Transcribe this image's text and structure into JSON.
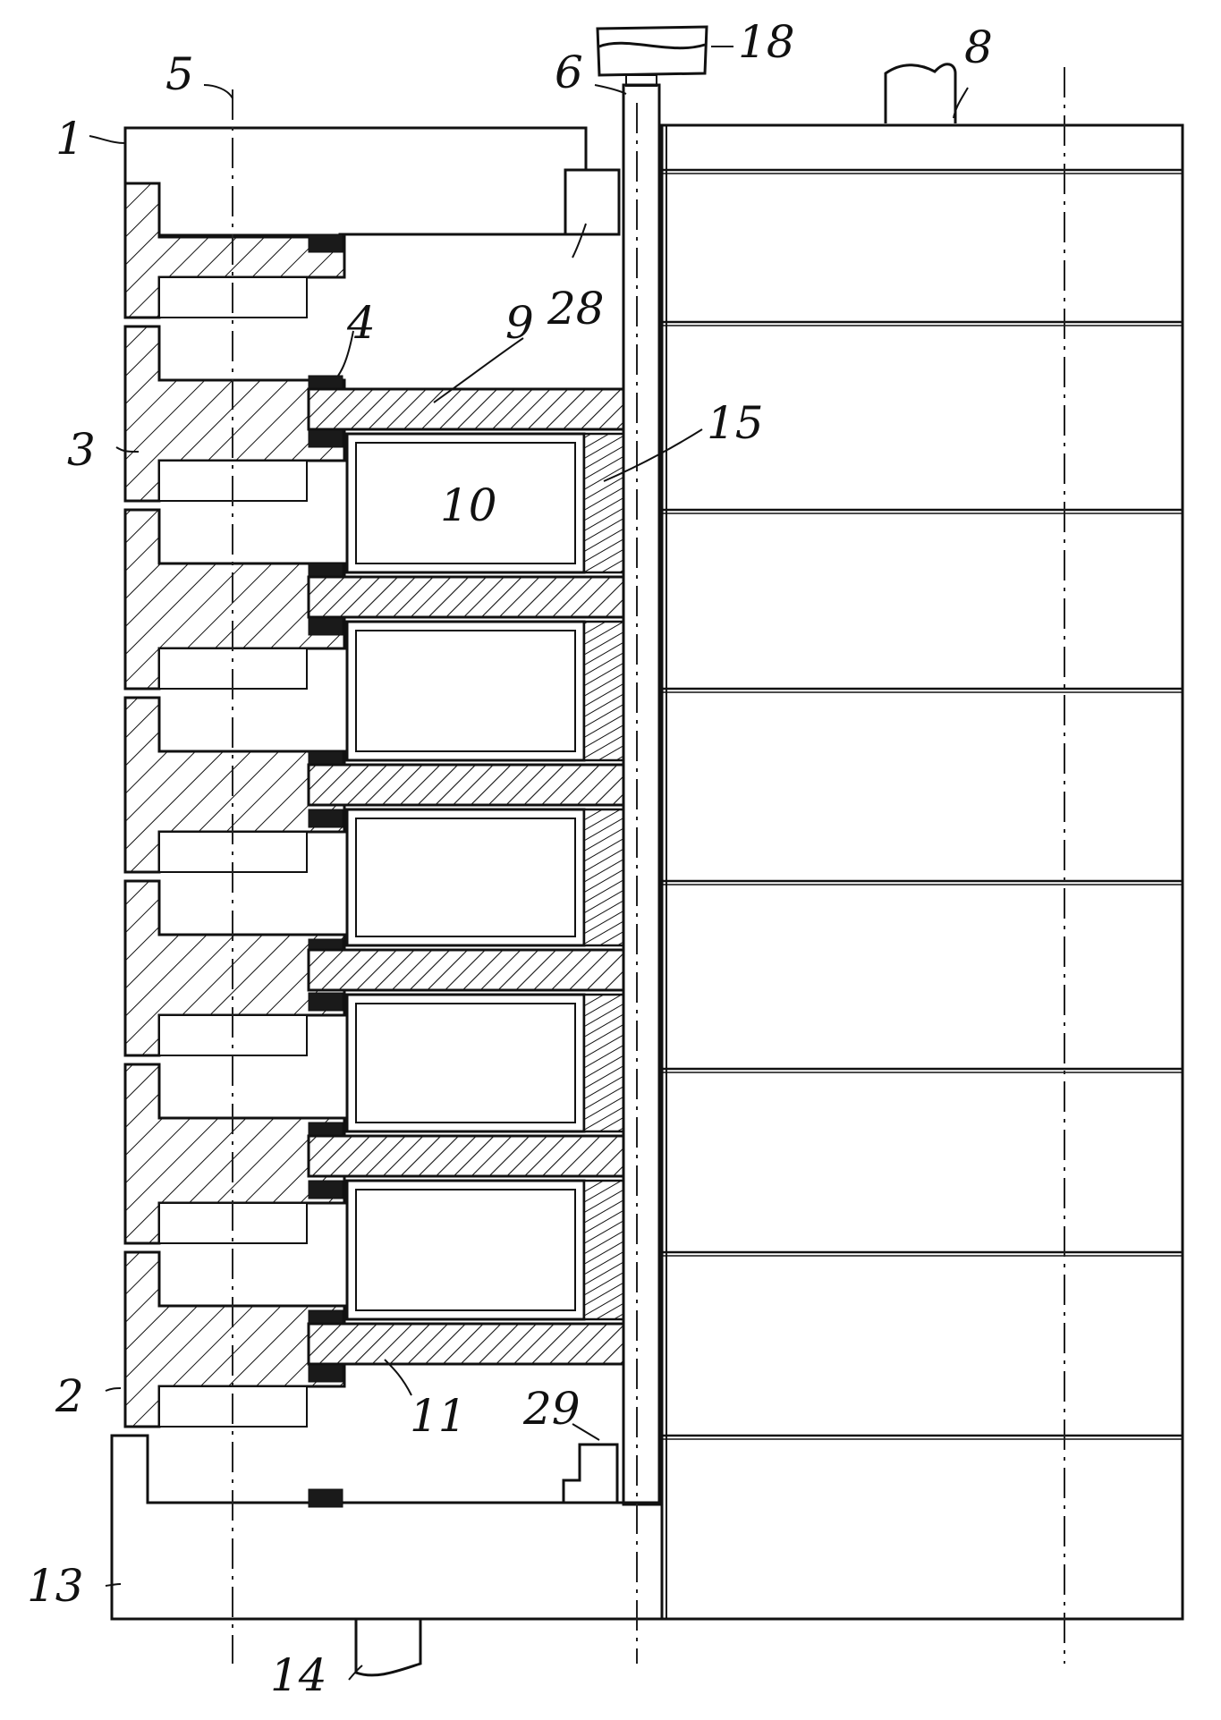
{
  "figure": {
    "background": "#ffffff",
    "ink": "#111111",
    "seal_color": "#1a1a1a",
    "labels": {
      "l1": "1",
      "l2": "2",
      "l3": "3",
      "l4": "4",
      "l5": "5",
      "l6": "6",
      "l8": "8",
      "l9": "9",
      "l10": "10",
      "l11": "11",
      "l13": "13",
      "l14": "14",
      "l15": "15",
      "l18": "18",
      "l28": "28",
      "l29": "29"
    },
    "counts": {
      "chambers": 5,
      "discs": 6,
      "right_bands": 8
    }
  }
}
